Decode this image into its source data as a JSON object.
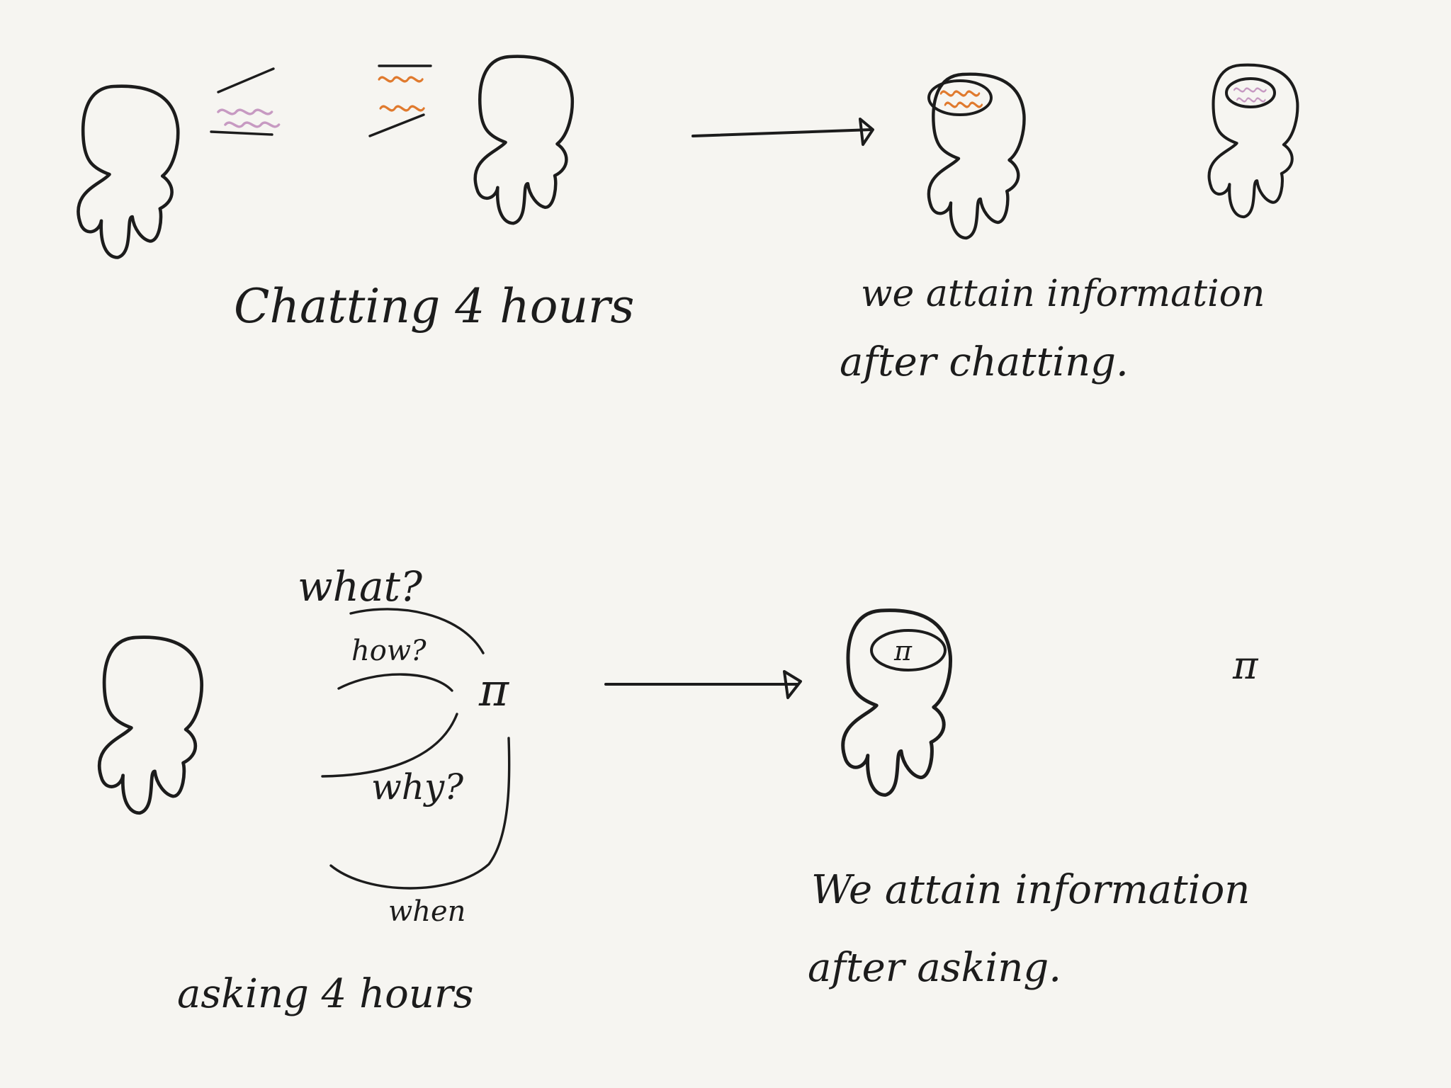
{
  "captions": {
    "chatting_duration": "Chatting 4 hours",
    "chatting_result_line1": "we attain information",
    "chatting_result_line2": "after chatting.",
    "asking_duration": "asking 4 hours",
    "asking_result_line1": "We attain information",
    "asking_result_line2": "after asking."
  },
  "questions": {
    "what": "what?",
    "how": "how?",
    "why": "why?",
    "when": "when"
  },
  "symbols": {
    "pi_source": "π",
    "pi_in_head": "π",
    "pi_floating": "π"
  },
  "colors": {
    "ink": "#1c1c1c",
    "speech_left": "#c79ac2",
    "speech_right": "#e07a2e",
    "paper": "#f6f5f1"
  },
  "icons": {
    "person": "person-icon",
    "arrow": "arrow-right-icon",
    "speech": "speech-waves-icon"
  }
}
